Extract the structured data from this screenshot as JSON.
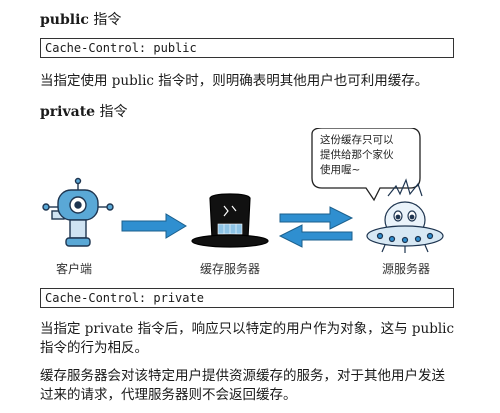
{
  "public_section": {
    "heading_en": "public",
    "heading_zh": " 指令",
    "code": "Cache-Control: public",
    "description": "当指定使用 public 指令时，则明确表明其他用户也可利用缓存。"
  },
  "private_section": {
    "heading_en": "private",
    "heading_zh": " 指令",
    "code": "Cache-Control: private",
    "description_line1": "当指定 private 指令后，响应只以特定的用户作为对象，这与 public",
    "description_line2": "指令的行为相反。",
    "note_line1": "缓存服务器会对该特定用户提供资源缓存的服务，对于其他用户发送",
    "note_line2": "过来的请求，代理服务器则不会返回缓存。"
  },
  "diagram": {
    "client_label": "客户端",
    "cache_label": "缓存服务器",
    "origin_label": "源服务器",
    "bubble_line1": "这份缓存只可以",
    "bubble_line2": "提供给那个家伙",
    "bubble_line3": "使用喔~",
    "colors": {
      "arrow": "#2f8fd0",
      "robot": "#5aa8d6",
      "hat": "#111111"
    }
  }
}
